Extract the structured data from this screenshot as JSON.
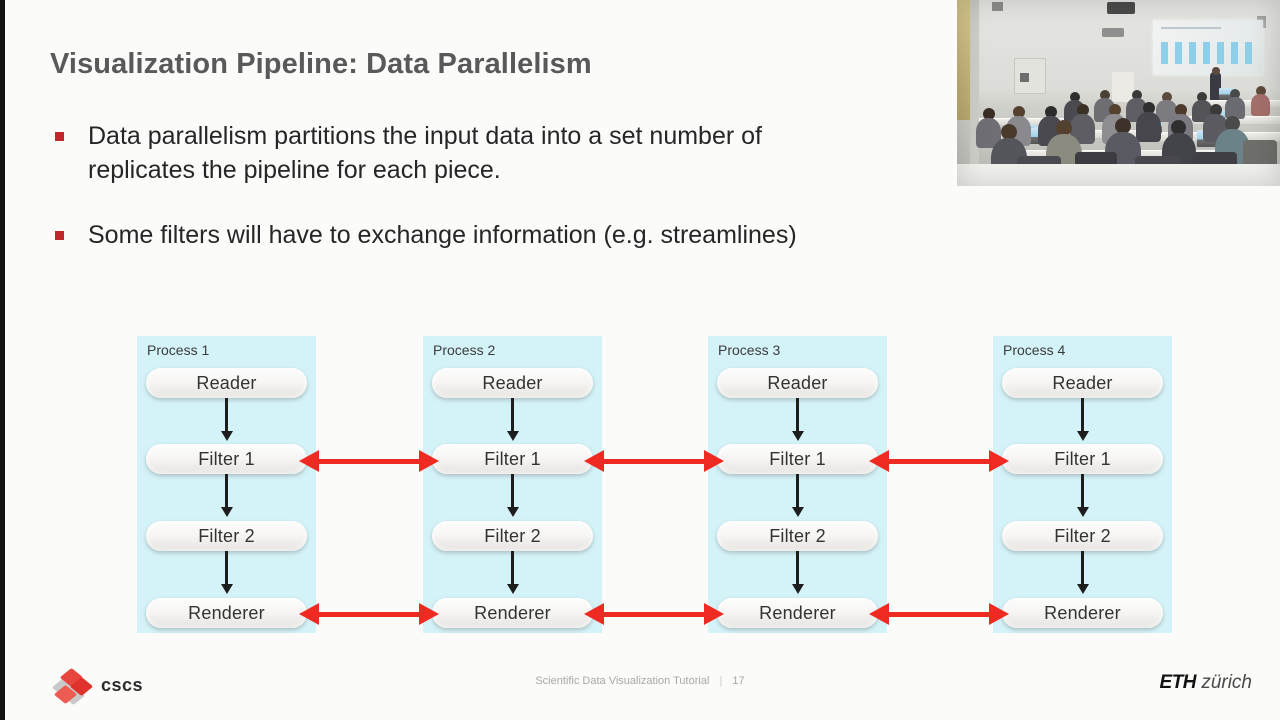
{
  "slide": {
    "title": "Visualization Pipeline: Data Parallelism",
    "bullets": [
      {
        "text": "Data parallelism partitions the input data into a set number of\nreplicates the pipeline for each piece."
      },
      {
        "text": "Some filters will have to exchange information (e.g. streamlines)"
      }
    ],
    "bullet_marker_color": "#c0272d",
    "title_color": "#595959",
    "background_color": "#fbfbfa"
  },
  "diagram": {
    "panel_color": "#d4f3f8",
    "node_text_color": "#333333",
    "link_color": "#ee2a23",
    "arrow_color": "#1d1d1d",
    "processes": [
      {
        "label": "Process 1",
        "nodes": [
          "Reader",
          "Filter 1",
          "Filter 2",
          "Renderer"
        ]
      },
      {
        "label": "Process 2",
        "nodes": [
          "Reader",
          "Filter 1",
          "Filter 2",
          "Renderer"
        ]
      },
      {
        "label": "Process 3",
        "nodes": [
          "Reader",
          "Filter 1",
          "Filter 2",
          "Renderer"
        ]
      },
      {
        "label": "Process 4",
        "nodes": [
          "Reader",
          "Filter 1",
          "Filter 2",
          "Renderer"
        ]
      }
    ],
    "exchange_links": [
      {
        "row": "Filter 1",
        "between": "Process 1 - Process 2",
        "bidirectional": true
      },
      {
        "row": "Filter 1",
        "between": "Process 2 - Process 3",
        "bidirectional": true
      },
      {
        "row": "Filter 1",
        "between": "Process 3 - Process 4",
        "bidirectional": true
      },
      {
        "row": "Renderer",
        "between": "Process 1 - Process 2",
        "bidirectional": true
      },
      {
        "row": "Renderer",
        "between": "Process 2 - Process 3",
        "bidirectional": true
      },
      {
        "row": "Renderer",
        "between": "Process 3 - Process 4",
        "bidirectional": true
      }
    ]
  },
  "footer": {
    "tutorial_name": "Scientific Data Visualization Tutorial",
    "separator": "|",
    "page_number": "17",
    "left_logo_text": "cscs",
    "right_logo_eth": "ETH",
    "right_logo_city": "zürich"
  },
  "webcam": {
    "label": "lecture-hall-camera-feed"
  }
}
